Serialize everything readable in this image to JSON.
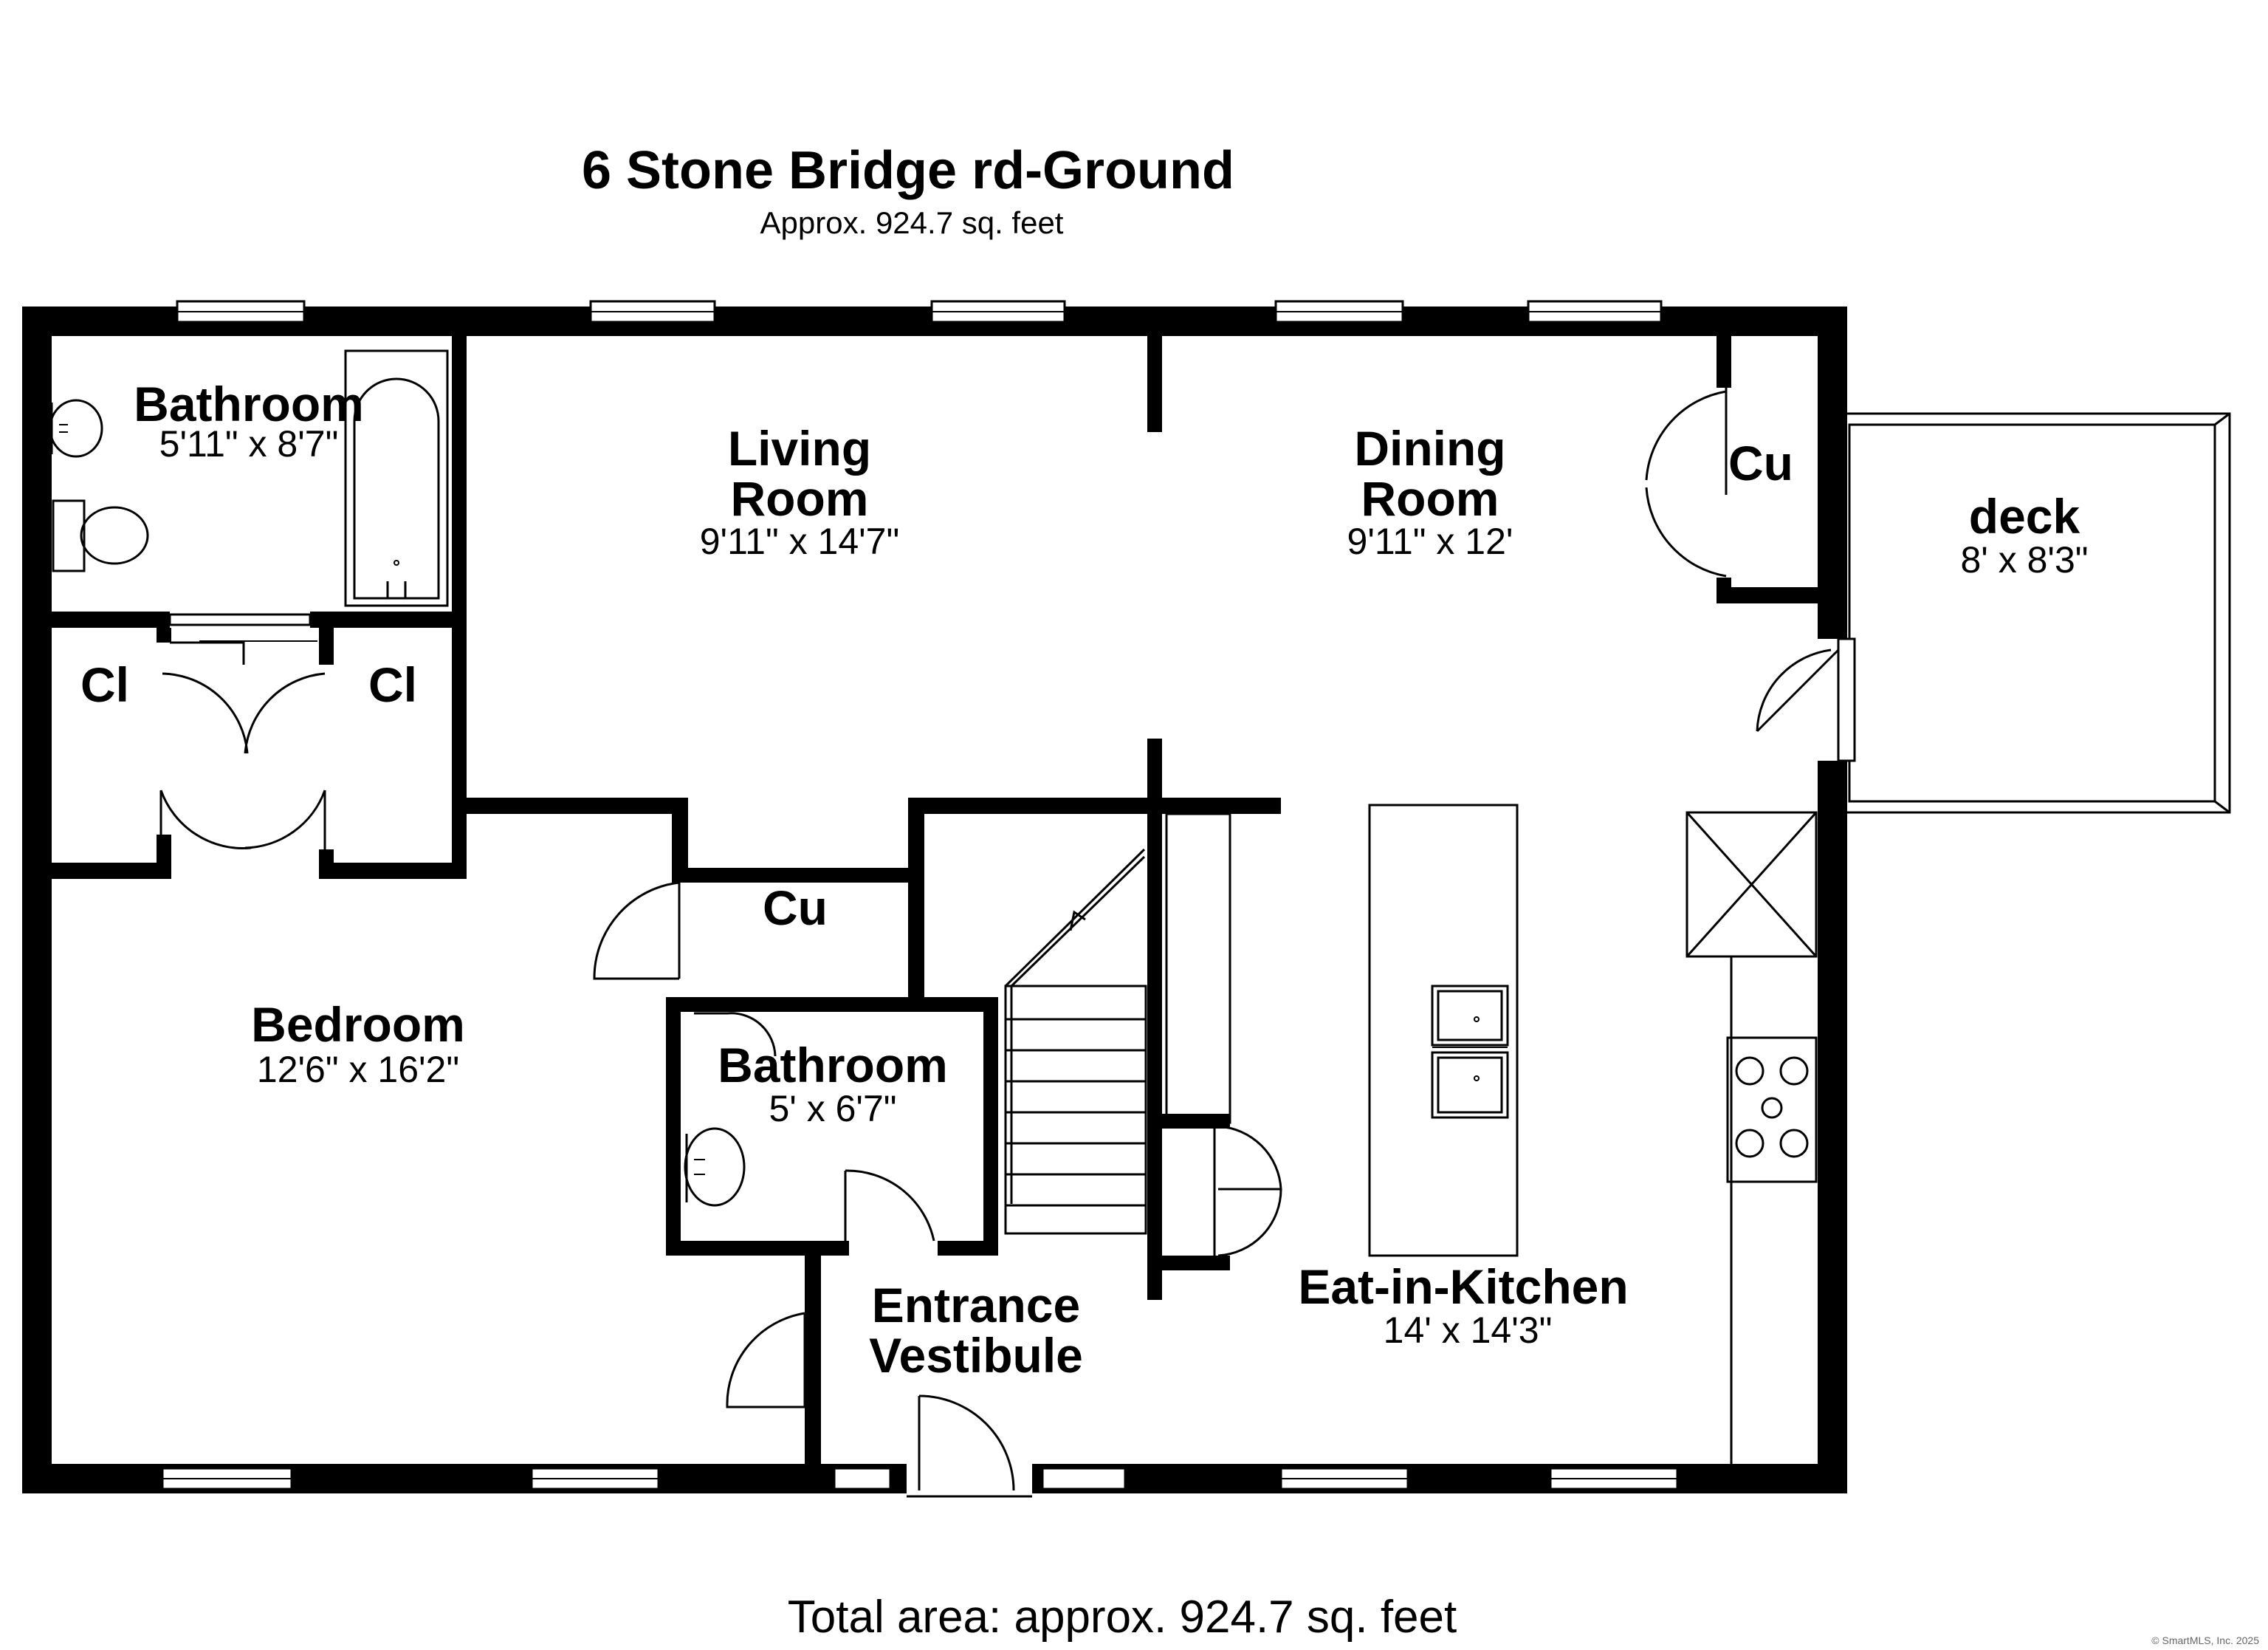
{
  "header": {
    "title": "6 Stone Bridge rd-Ground",
    "subtitle": "Approx. 924.7 sq. feet"
  },
  "rooms": {
    "bathroom_upper": {
      "name": "Bathroom",
      "dims": "5'11\" x 8'7\""
    },
    "living_room": {
      "name_line1": "Living",
      "name_line2": "Room",
      "dims": "9'11\" x 14'7\""
    },
    "dining_room": {
      "name_line1": "Dining",
      "name_line2": "Room",
      "dims": "9'11\" x 12'"
    },
    "cupboard_dining": {
      "name": "Cu"
    },
    "deck": {
      "name": "deck",
      "dims": "8' x 8'3\""
    },
    "closet_left": {
      "name": "Cl"
    },
    "closet_right": {
      "name": "Cl"
    },
    "cupboard_hall": {
      "name": "Cu"
    },
    "bedroom": {
      "name": "Bedroom",
      "dims": "12'6\" x 16'2\""
    },
    "bathroom_lower": {
      "name": "Bathroom",
      "dims": "5' x 6'7\""
    },
    "entrance": {
      "name_line1": "Entrance",
      "name_line2": "Vestibule"
    },
    "kitchen": {
      "name": "Eat-in-Kitchen",
      "dims": "14' x 14'3\""
    }
  },
  "footer": {
    "total": "Total area: approx. 924.7 sq. feet",
    "copyright": "© SmartMLS, Inc. 2025"
  }
}
